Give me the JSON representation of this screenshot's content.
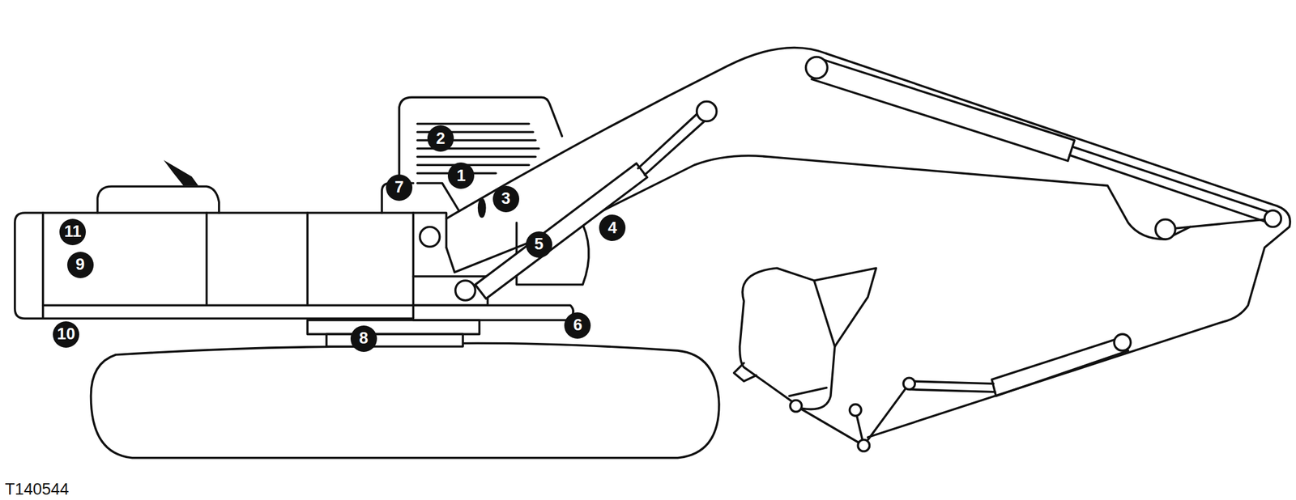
{
  "diagram": {
    "labels": [
      "2",
      "7",
      "1",
      "3",
      "4",
      "5",
      "11",
      "9",
      "6",
      "8",
      "10",
      "T140544"
    ]
  }
}
